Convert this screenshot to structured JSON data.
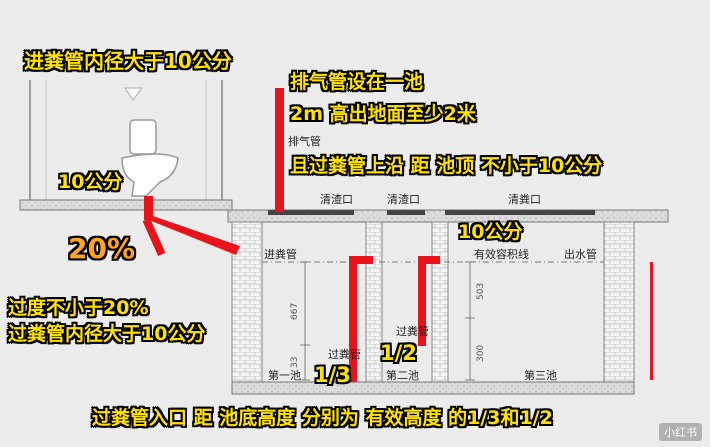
{
  "annotations": {
    "inlet_diameter_top": "进粪管内径大于10公分",
    "vent_location": "排气管设在一池",
    "vent_height": "2m 高出地面至少2米",
    "crossing_pipe_top": "且过粪管上沿 距 池顶 不小于10公分",
    "ten_cm_left": "10公分",
    "ten_cm_right": "10公分",
    "slope_percent": "20%",
    "slope_min": "过度不小于20%",
    "crossing_diameter": "过粪管内径大于10公分",
    "fraction_one_third": "1/3",
    "fraction_one_half": "1/2",
    "bottom_note": "过粪管入口 距 池底高度 分别为 有效高度 的1/3和1/2"
  },
  "labels": {
    "vent_pipe": "排气管",
    "cleanout_1": "清渣口",
    "cleanout_2": "清渣口",
    "cleanout_3": "清粪口",
    "inlet_pipe": "进粪管",
    "effective_volume_line": "有效容积线",
    "outlet_pipe": "出水管",
    "crossing_pipe_1": "过粪管",
    "crossing_pipe_2": "过粪管",
    "tank_1": "第一池",
    "tank_2": "第二池",
    "tank_3": "第三池"
  },
  "dimensions": {
    "d1": "667",
    "d2": "33",
    "d3": "503",
    "d4": "300"
  },
  "watermark": "小红书",
  "colors": {
    "pipe_red": "#e8141c",
    "annotation_yellow": "#ffe200",
    "outline_black": "#000000",
    "wall_gray": "#6a6a6a"
  }
}
